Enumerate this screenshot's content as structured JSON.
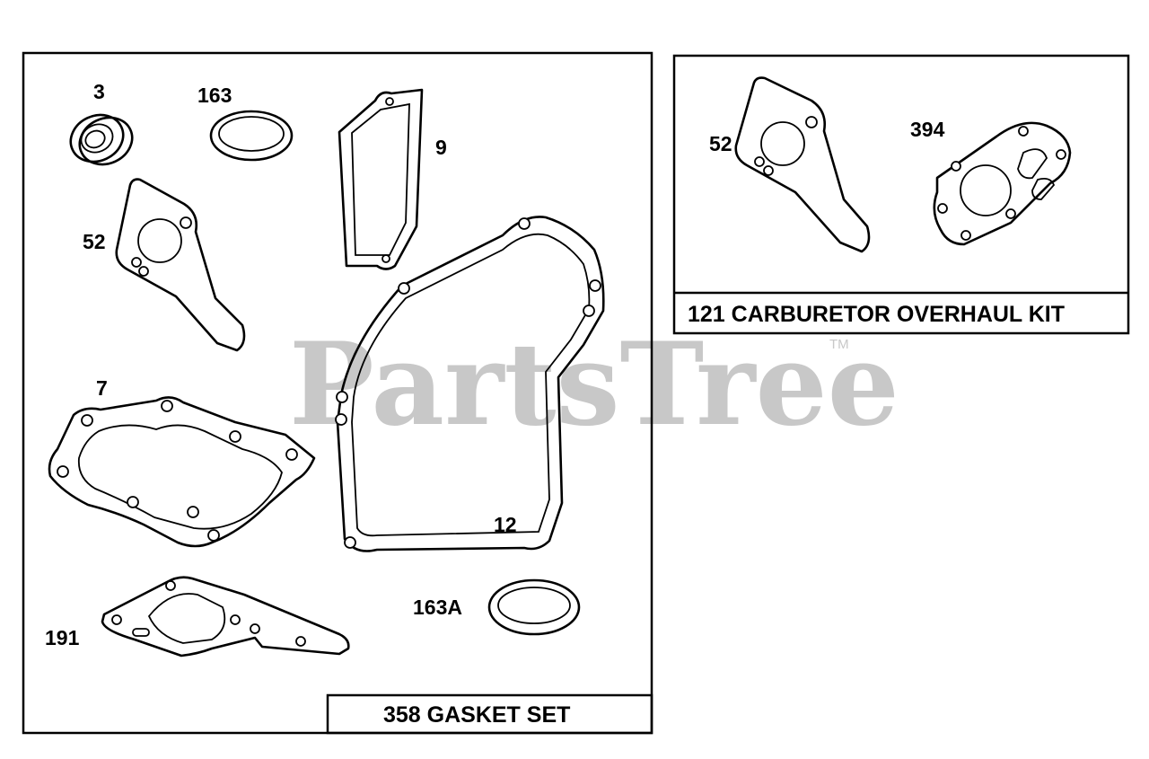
{
  "watermark": {
    "text": "PartsTree",
    "tm": "TM",
    "color": "#c8c8c8"
  },
  "gasket_set": {
    "caption": "358 GASKET SET",
    "parts": {
      "seal": "3",
      "o_ring": "163",
      "breather_gasket": "9",
      "intake_gasket": "52",
      "head_gasket": "7",
      "crankcase_gasket": "12",
      "valve_cover_gasket": "191",
      "washer": "163A"
    }
  },
  "carburetor_kit": {
    "caption": "121 CARBURETOR OVERHAUL KIT",
    "parts": {
      "intake_gasket": "52",
      "carb_gasket": "394"
    }
  }
}
